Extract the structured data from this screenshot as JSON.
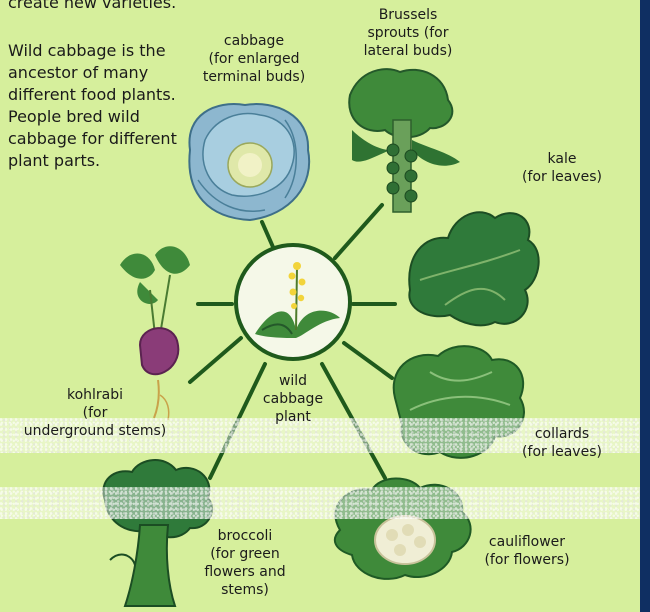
{
  "intro_top": "create new varieties.",
  "intro": "Wild cabbage is the ancestor of many different food plants. People bred wild cabbage for different plant parts.",
  "center": "wild\ncabbage\nplant",
  "labels": {
    "cabbage": "cabbage\n(for enlarged\nterminal buds)",
    "brussels": "Brussels\nsprouts (for\nlateral buds)",
    "kale": "kale\n(for leaves)",
    "kohlrabi": "kohlrabi\n(for\nunderground stems)",
    "collards": "collards\n(for leaves)",
    "broccoli": "broccoli\n(for green\nflowers and\nstems)",
    "cauliflower": "cauliflower\n(for flowers)"
  },
  "colors": {
    "background": "#d6ef9c",
    "spoke": "#1f5a1c",
    "leaf": "#3f8a3a",
    "leaf_dark": "#24582a",
    "cabbage_blue": "#8db7cf",
    "kohlrabi_purple": "#8a3c78",
    "right_strip": "#0f2f62"
  },
  "icons": [
    "cabbage-illustration",
    "brussels-sprouts-illustration",
    "kale-illustration",
    "kohlrabi-illustration",
    "collards-illustration",
    "broccoli-illustration",
    "cauliflower-illustration",
    "wild-cabbage-illustration"
  ]
}
